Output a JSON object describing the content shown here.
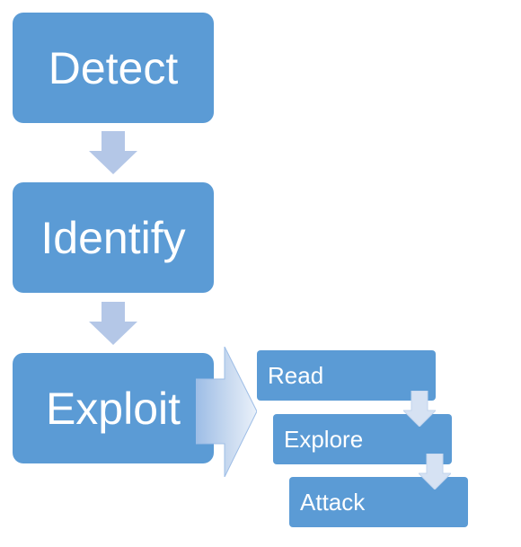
{
  "steps": [
    {
      "label": "Detect"
    },
    {
      "label": "Identify"
    },
    {
      "label": "Exploit"
    }
  ],
  "substeps": [
    {
      "label": "Read"
    },
    {
      "label": "Explore"
    },
    {
      "label": "Attack"
    }
  ],
  "colors": {
    "box_fill": "#5b9bd5",
    "arrow_fill": "#b4c7e7",
    "text": "#ffffff"
  }
}
